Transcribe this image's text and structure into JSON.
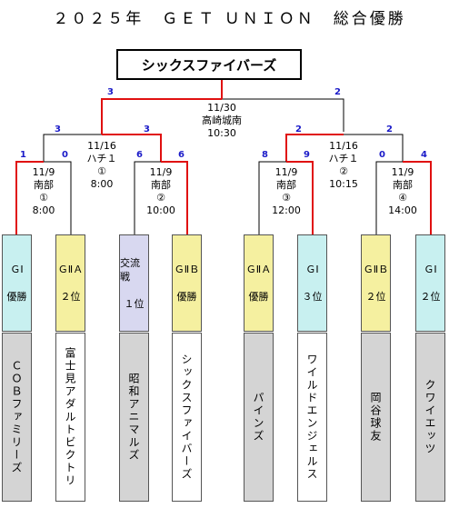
{
  "title": "２０２５年　ＧＥＴ ＵＮＩＯＮ　総合優勝",
  "champion": "シックスファイバーズ",
  "final": {
    "date": "11/30",
    "venue": "高崎城南",
    "time": "10:30",
    "score_left": "3",
    "score_right": "2"
  },
  "semis": [
    {
      "date": "11/16",
      "venue": "ハチ１",
      "num": "①",
      "time": "8:00",
      "score_left": "3",
      "score_right": "3"
    },
    {
      "date": "11/16",
      "venue": "ハチ１",
      "num": "②",
      "time": "10:15",
      "score_left": "2",
      "score_right": "2"
    }
  ],
  "quarters": [
    {
      "date": "11/9",
      "venue": "南部",
      "num": "①",
      "time": "8:00",
      "score_left": "1",
      "score_right": "0"
    },
    {
      "date": "11/9",
      "venue": "南部",
      "num": "②",
      "time": "10:00",
      "score_left": "6",
      "score_right": "6"
    },
    {
      "date": "11/9",
      "venue": "南部",
      "num": "③",
      "time": "12:00",
      "score_left": "8",
      "score_right": "9"
    },
    {
      "date": "11/9",
      "venue": "南部",
      "num": "④",
      "time": "14:00",
      "score_left": "0",
      "score_right": "4"
    }
  ],
  "teams": [
    {
      "seed": [
        "ＧⅠ",
        "優勝"
      ],
      "name": "ＣＯＢファミリーズ",
      "color": "#c8f0f0"
    },
    {
      "seed": [
        "ＧⅡＡ",
        "２位"
      ],
      "name": "富士見アダルトビクトリ",
      "color": "#f5f0a0"
    },
    {
      "seed": [
        "交流戦",
        "１位"
      ],
      "name": "昭和アニマルズ",
      "color": "#d8d8f0"
    },
    {
      "seed": [
        "ＧⅡＢ",
        "優勝"
      ],
      "name": "シックスファイバーズ",
      "color": "#f5f0a0"
    },
    {
      "seed": [
        "ＧⅡＡ",
        "優勝"
      ],
      "name": "パインズ",
      "color": "#f5f0a0"
    },
    {
      "seed": [
        "ＧⅠ",
        "３位"
      ],
      "name": "ワイルドエンジェルス",
      "color": "#c8f0f0"
    },
    {
      "seed": [
        "ＧⅡＢ",
        "２位"
      ],
      "name": "岡谷球友",
      "color": "#f5f0a0"
    },
    {
      "seed": [
        "ＧⅠ",
        "２位"
      ],
      "name": "クワイエッツ",
      "color": "#c8f0f0"
    }
  ],
  "colors": {
    "win_line": "#e01010",
    "lose_line": "#000000",
    "score": "#1a1ac8",
    "name_bg": "#d4d4d4",
    "name_bg_winner": "#ffffff"
  }
}
